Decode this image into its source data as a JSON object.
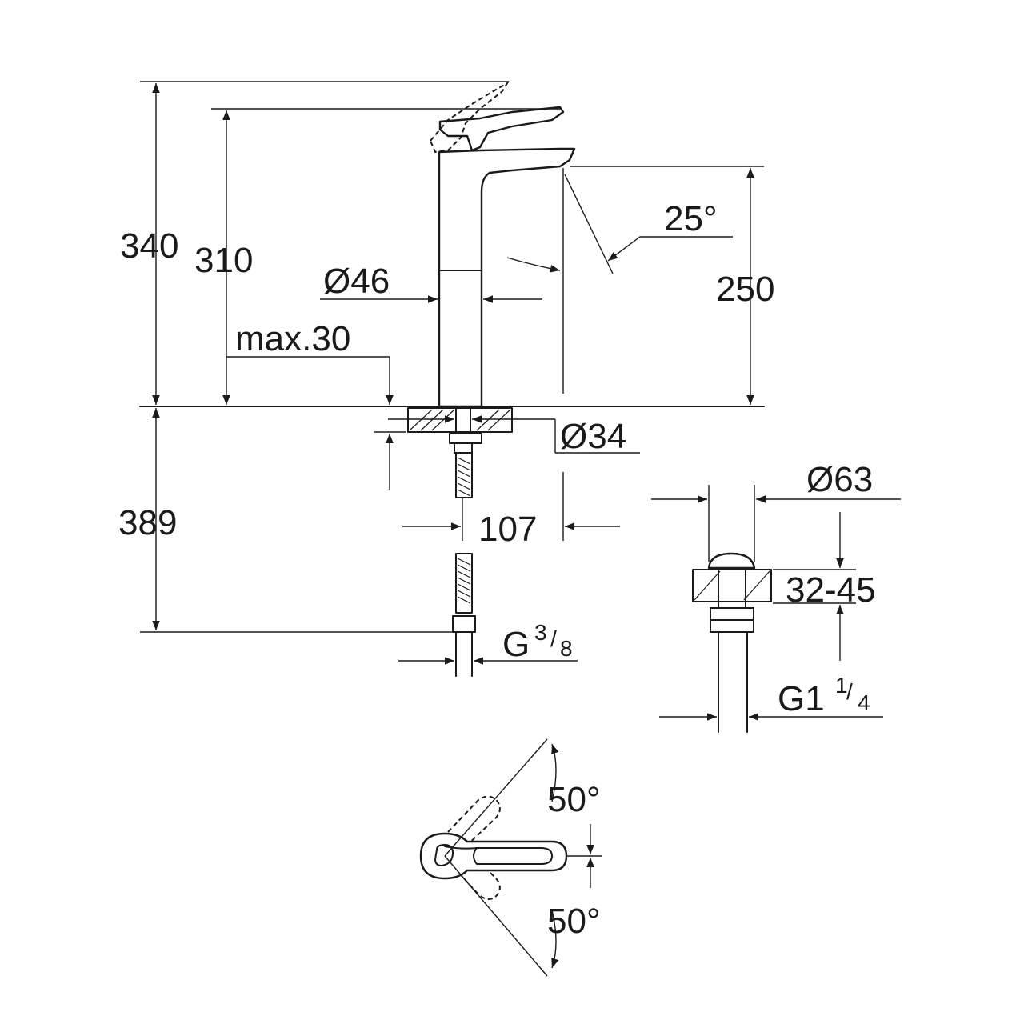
{
  "dimensions": {
    "total_height": "340",
    "outlet_height": "310",
    "spout_height": "250",
    "body_diameter": "Ø46",
    "base_diameter": "Ø34",
    "drain_diameter": "Ø63",
    "max_deck": "max.30",
    "hose_length": "389",
    "spout_reach": "107",
    "spout_angle": "25°",
    "inlet_thread_prefix": "G",
    "inlet_thread_num": "3",
    "inlet_thread_den": "8",
    "drain_thickness": "32-45",
    "drain_thread_prefix": "G1",
    "drain_thread_num": "1",
    "drain_thread_den": "4",
    "lever_angle_top": "50°",
    "lever_angle_bottom": "50°"
  }
}
